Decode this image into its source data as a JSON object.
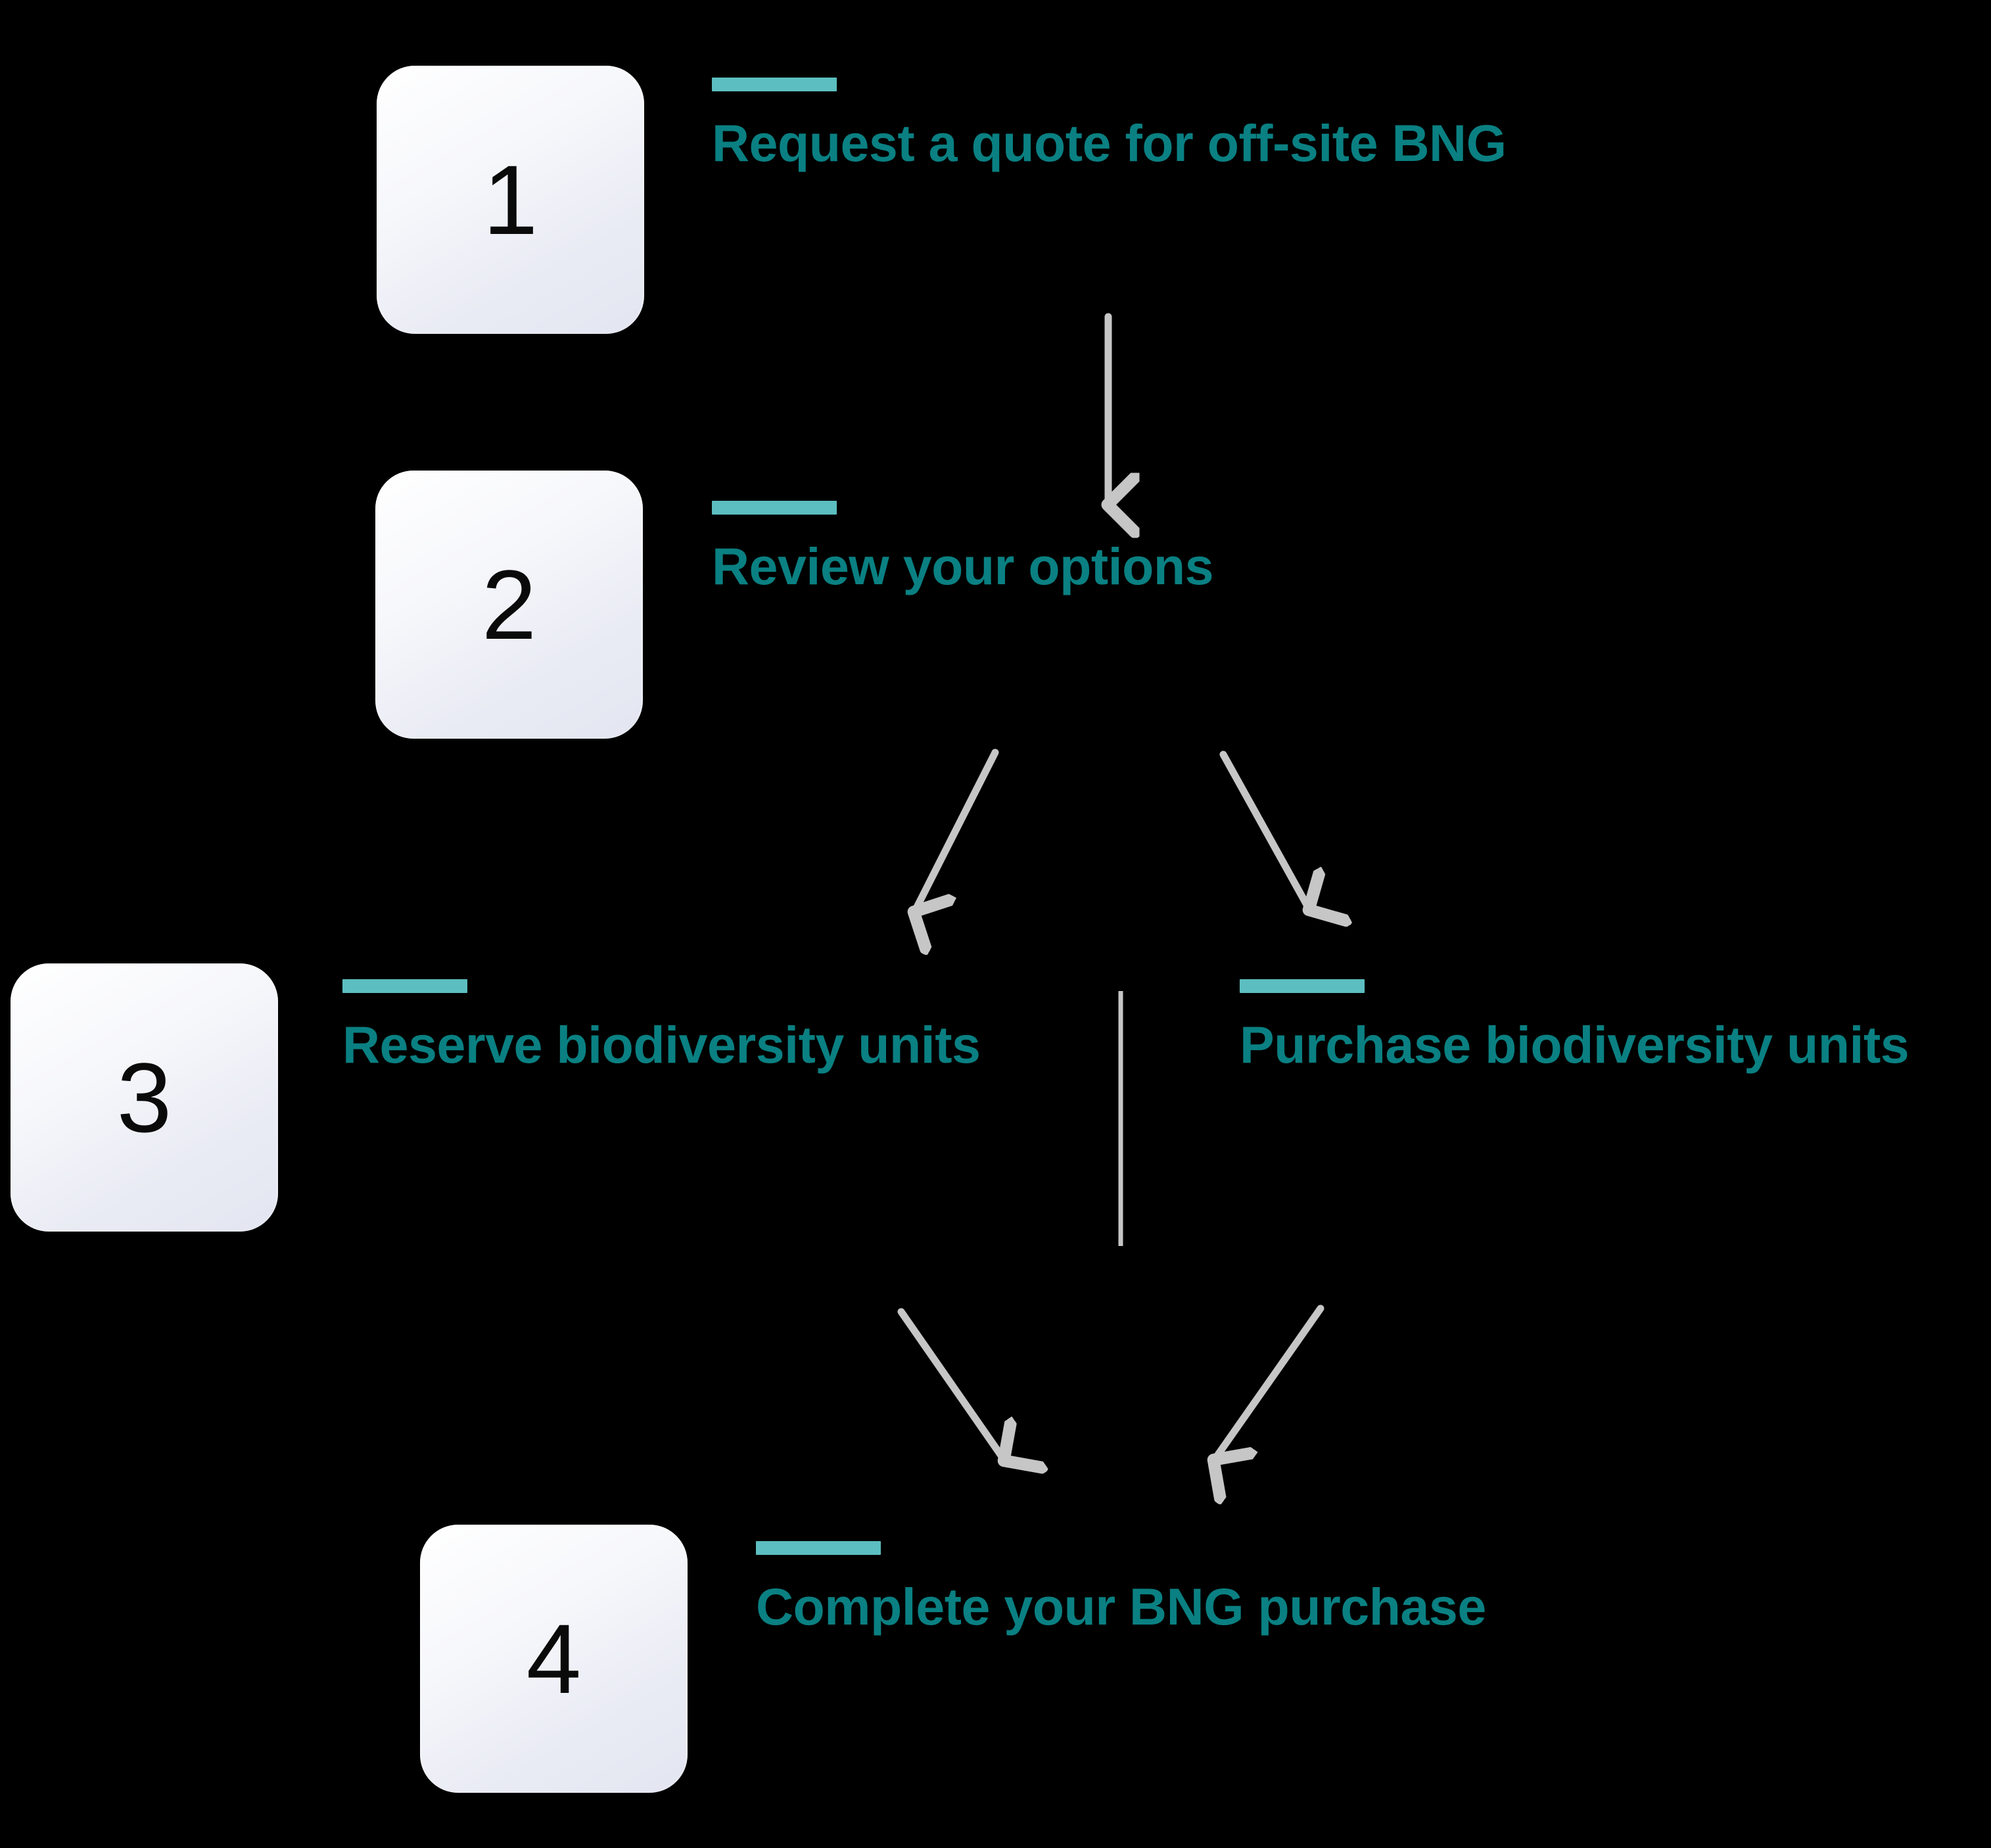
{
  "diagram": {
    "title_text_color": "#0a8082",
    "accent_color": "#5cbec0",
    "connector_color": "#c6c6c6",
    "background_color": "#000000",
    "card_face_color": "#eceef6",
    "steps": [
      {
        "number": "1",
        "label": "Request a quote for off-site BNG"
      },
      {
        "number": "2",
        "label": "Review your options"
      },
      {
        "number": "3",
        "label_left": "Reserve biodiversity units",
        "label_right": "Purchase biodiversity units"
      },
      {
        "number": "4",
        "label": "Complete your BNG purchase"
      }
    ]
  }
}
